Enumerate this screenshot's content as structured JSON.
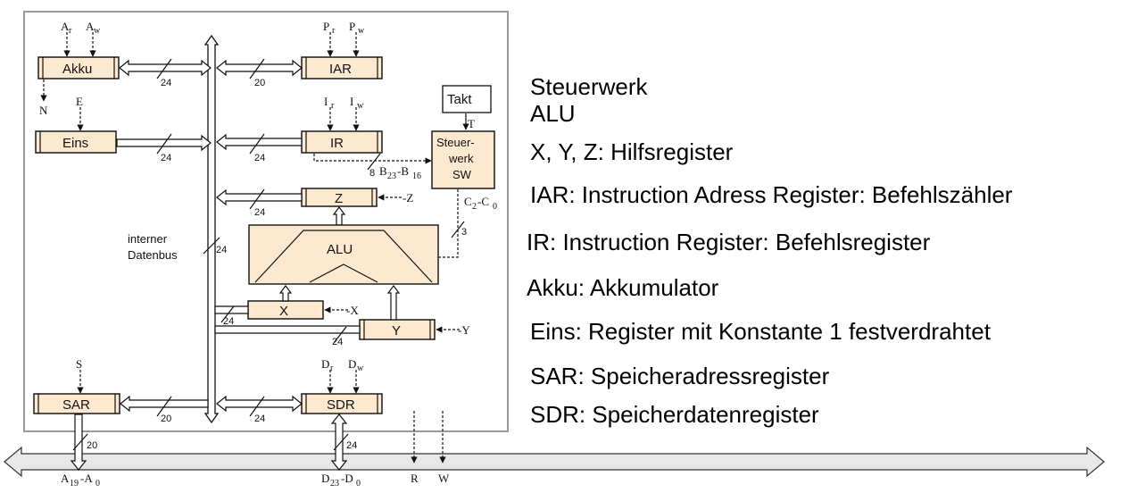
{
  "registers": {
    "akku": "Akku",
    "iar": "IAR",
    "eins": "Eins",
    "ir": "IR",
    "z": "Z",
    "alu": "ALU",
    "x": "X",
    "y": "Y",
    "sar": "SAR",
    "sdr": "SDR",
    "takt": "Takt",
    "sw_line1": "Steuer-",
    "sw_line2": "werk",
    "sw_line3": "SW"
  },
  "bus_label_line1": "interner",
  "bus_label_line2": "Datenbus",
  "widths": {
    "akku": "24",
    "iar": "20",
    "eins": "24",
    "ir": "24",
    "ir_sw": "8",
    "z": "24",
    "bus": "24",
    "x": "24",
    "y": "24",
    "sw_alu": "3",
    "sar": "20",
    "sdr": "24",
    "sar_ext": "20",
    "sdr_ext": "24"
  },
  "signals": {
    "ar": "A",
    "ar_sub": "r",
    "aw": "A",
    "aw_sub": "w",
    "pr": "P",
    "pr_sub": "r",
    "pw": "P",
    "pw_sub": "w",
    "ir_r": "I",
    "ir_r_sub": "r",
    "ir_w": "I",
    "ir_w_sub": "w",
    "n": "N",
    "e": "E",
    "t": "T",
    "b": "B",
    "b_hi": "23",
    "b_dash": "-B",
    "b_lo": "16",
    "c": "C",
    "c_hi": "2",
    "c_dash": "-C",
    "c_lo": "0",
    "z": "-Z",
    "x": "-X",
    "y": "-Y",
    "s": "S",
    "dr": "D",
    "dr_sub": "r",
    "dw": "D",
    "dw_sub": "w",
    "r": "R",
    "w": "W",
    "a": "A",
    "a_hi": "19",
    "a_dash": "-A",
    "a_lo": "0",
    "d": "D",
    "d_hi": "23",
    "d_dash": "-D",
    "d_lo": "0"
  },
  "legend": [
    "Steuerwerk",
    "ALU",
    "X, Y, Z: Hilfsregister",
    "IAR: Instruction Adress Register: Befehlszähler",
    "IR: Instruction Register: Befehlsregister",
    "Akku: Akkumulator",
    "Eins: Register mit Konstante 1 festverdrahtet",
    "SAR: Speicheradressregister",
    "SDR: Speicherdatenregister"
  ],
  "colors": {
    "register_fill": "#fce9cf",
    "bus_fill": "#e8e8e8",
    "frame": "#9a9a9a"
  }
}
